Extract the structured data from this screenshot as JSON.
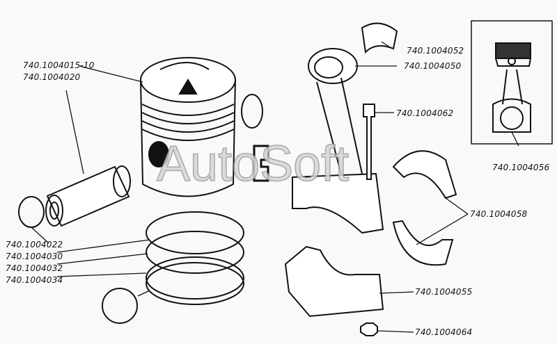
{
  "watermark": "AutoSoft",
  "labels": {
    "piston": "740.1004015-10",
    "pin": "740.1004020",
    "circlip": "740.1004022",
    "ring_top": "740.1004030",
    "ring_second": "740.1004032",
    "ring_oil": "740.1004034",
    "bushing": "740.1004052",
    "conrod": "740.1004050",
    "bolt": "740.1004062",
    "assembly": "740.1004056",
    "bearing_shells": "740.1004058",
    "cap": "740.1004055",
    "nut": "740.1004064"
  }
}
